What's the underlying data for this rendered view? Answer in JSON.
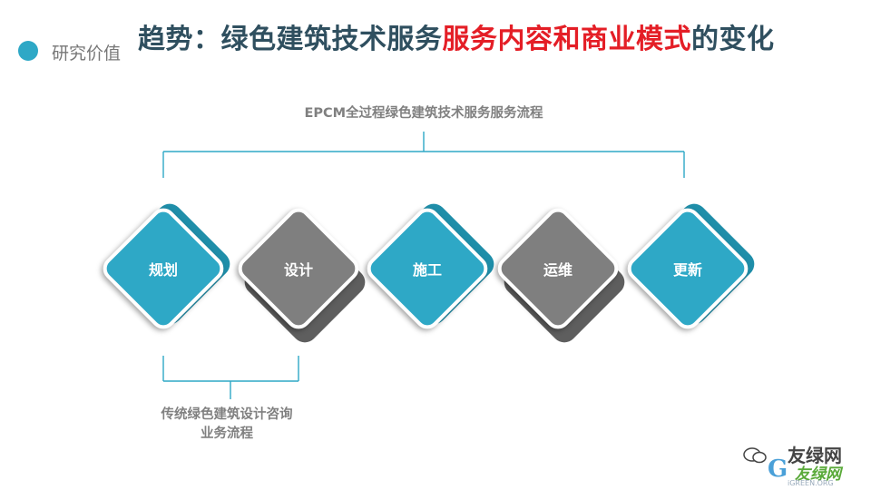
{
  "section": {
    "label": "研究价值"
  },
  "title": {
    "prefix": "趋势：绿色建筑技术服务",
    "highlight": "服务内容和商业模式",
    "suffix": "的变化"
  },
  "flow": {
    "top_label": "EPCM全过程绿色建筑技术服务服务流程",
    "bottom_label_line1": "传统绿色建筑设计咨询",
    "bottom_label_line2": "业务流程",
    "steps": [
      {
        "label": "规划",
        "color": "#2ea8c6"
      },
      {
        "label": "设计",
        "color": "#7f7f7f"
      },
      {
        "label": "施工",
        "color": "#2ea8c6"
      },
      {
        "label": "运维",
        "color": "#7f7f7f"
      },
      {
        "label": "更新",
        "color": "#2ea8c6"
      }
    ]
  },
  "watermark": {
    "line1": "友绿网",
    "line2": "友绿网",
    "url": "iGREEN.ORG",
    "letter": "G"
  },
  "colors": {
    "accent": "#2ea8c6",
    "highlight": "#e41e26",
    "gray": "#7f7f7f"
  }
}
